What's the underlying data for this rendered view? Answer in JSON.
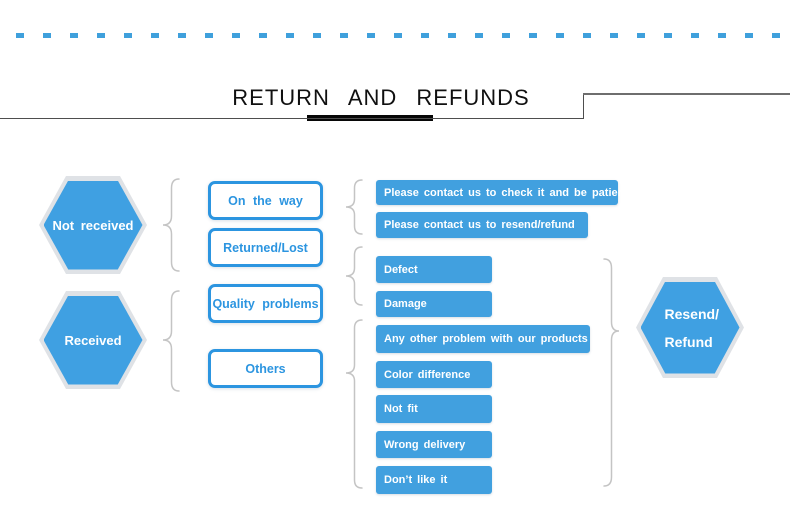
{
  "title": "RETURN AND REFUNDS",
  "colors": {
    "primary_blue": "#41A0DF",
    "hexagon_blue": "#3FA0E2",
    "outline_blue": "#2C95E0",
    "dash_blue": "#3FA0DC",
    "brace_gray": "#C4C4C4",
    "rule_dark": "#4E4E4E"
  },
  "left_nodes": [
    {
      "label": "Not received"
    },
    {
      "label": "Received"
    }
  ],
  "mid_nodes": [
    {
      "label": "On the way"
    },
    {
      "label": "Returned/Lost"
    },
    {
      "label": "Quality problems"
    },
    {
      "label": "Others"
    }
  ],
  "right_boxes": [
    "Please contact us to check it and be patient",
    "Please contact us to resend/refund",
    "Defect",
    "Damage",
    "Any other problem with our products",
    "Color difference",
    "Not fit",
    "Wrong delivery",
    "Don’t like it"
  ],
  "result_node": {
    "line1": "Resend/",
    "line2": "Refund"
  }
}
